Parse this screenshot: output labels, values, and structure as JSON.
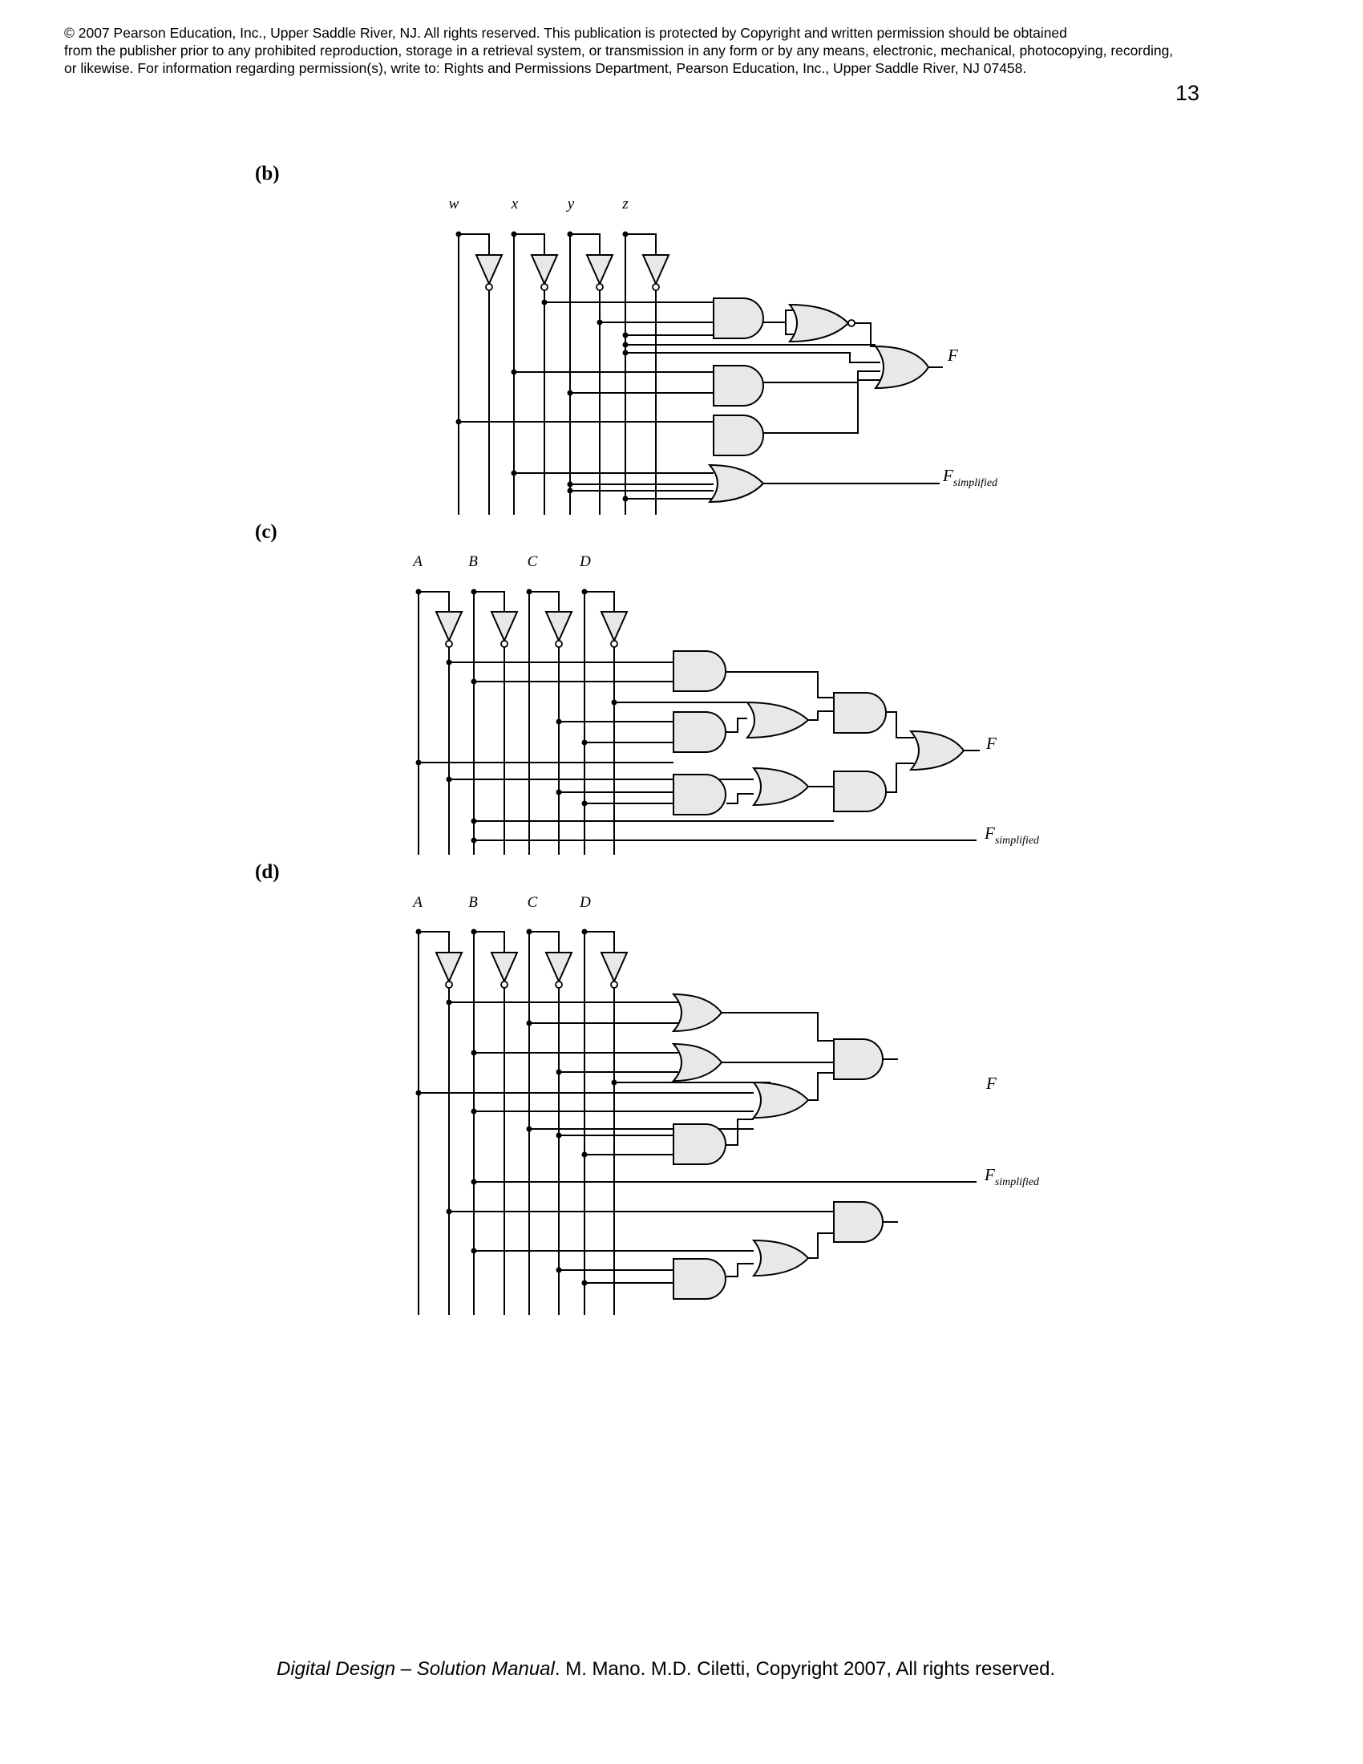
{
  "header": {
    "line1": "© 2007 Pearson Education, Inc., Upper Saddle River, NJ.  All rights reserved. This publication is protected by Copyright and written permission should be obtained",
    "line2": "from the publisher prior to any prohibited reproduction, storage in a retrieval system,  or transmission in any form or by any means, electronic, mechanical, photocopying, recording,",
    "line3": "or  likewise.  For information regarding permission(s), write to:  Rights and Permissions Department, Pearson Education, Inc., Upper Saddle River, NJ 07458."
  },
  "page_number": "13",
  "parts": {
    "b": {
      "label": "(b)",
      "inputs": [
        "w",
        "x",
        "y",
        "z"
      ],
      "output": "F",
      "output_simplified_main": "F",
      "output_simplified_sub": "simplified"
    },
    "c": {
      "label": "(c)",
      "inputs": [
        "A",
        "B",
        "C",
        "D"
      ],
      "output": "F",
      "output_simplified_main": "F",
      "output_simplified_sub": "simplified"
    },
    "d": {
      "label": "(d)",
      "inputs": [
        "A",
        "B",
        "C",
        "D"
      ],
      "output": "F",
      "output_simplified_main": "F",
      "output_simplified_sub": "simplified"
    }
  },
  "footer": {
    "title": "Digital Design – Solution Manual",
    "rest": ". M. Mano. M.D. Ciletti, Copyright 2007, All rights reserved."
  }
}
